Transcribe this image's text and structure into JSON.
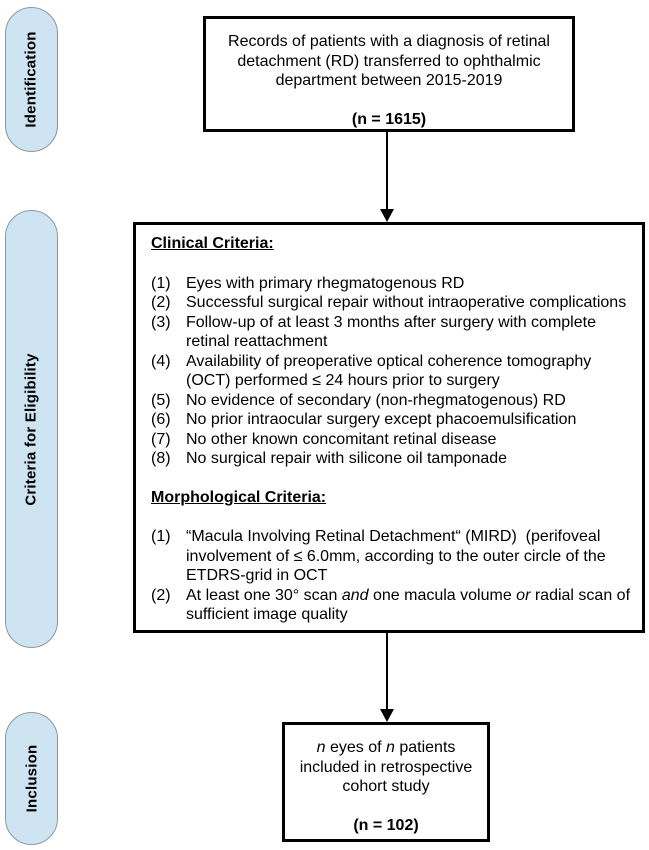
{
  "stages": [
    {
      "label": "Identification"
    },
    {
      "label": "Criteria for Eligibility"
    },
    {
      "label": "Inclusion"
    }
  ],
  "top_box": {
    "line1": "Records of patients with a diagnosis of retinal",
    "line2": "detachment (RD) transferred to ophthalmic",
    "line3": "department between 2015-2019",
    "count": "(n = 1615)"
  },
  "eligibility_box": {
    "clinical_heading": "Clinical Criteria:",
    "clinical_items": [
      {
        "num": "(1)",
        "text": "Eyes with primary rhegmatogenous RD"
      },
      {
        "num": "(2)",
        "text": "Successful surgical repair without intraoperative complications"
      },
      {
        "num": "(3)",
        "text": "Follow-up of at least 3 months after surgery with complete retinal reattachment"
      },
      {
        "num": "(4)",
        "text": "Availability of preoperative optical coherence tomography (OCT) performed ≤ 24 hours prior to surgery"
      },
      {
        "num": "(5)",
        "text": "No evidence of secondary (non-rhegmatogenous) RD"
      },
      {
        "num": "(6)",
        "text": "No prior intraocular surgery except phacoemulsification"
      },
      {
        "num": "(7)",
        "text": "No other known concomitant retinal disease"
      },
      {
        "num": "(8)",
        "text": "No surgical repair with silicone oil tamponade"
      }
    ],
    "morph_heading": "Morphological Criteria:",
    "morph_item1": {
      "num": "(1)",
      "text": "“Macula Involving Retinal Detachment“ (MIRD)  (perifoveal involvement of ≤ 6.0mm, according to the outer circle of the ETDRS-grid in OCT"
    },
    "morph_item2": {
      "num": "(2)",
      "pre": "At least one 30° scan ",
      "and": "and",
      "mid": " one macula volume ",
      "or": "or",
      "post": " radial scan of sufficient image quality"
    }
  },
  "inclusion_box": {
    "line1": {
      "n1": "n",
      "t1": " eyes of ",
      "n2": "n",
      "t2": " patients"
    },
    "line2": "included in retrospective",
    "line3": "cohort study",
    "count": "(n = 102)"
  },
  "colors": {
    "stage_fill": "#cfe4f2",
    "stage_border": "#8f979e",
    "box_border": "#000000"
  }
}
